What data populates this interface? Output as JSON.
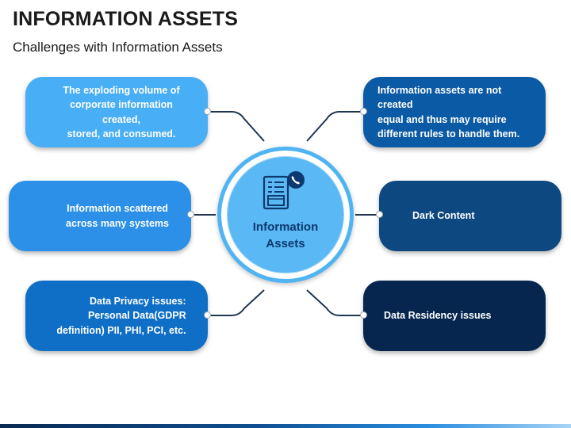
{
  "header": {
    "title": "INFORMATION ASSETS",
    "subtitle": "Challenges with Information Assets"
  },
  "hub": {
    "line1": "Information",
    "line2": "Assets",
    "icon": "document-phone-icon"
  },
  "challenges": {
    "top_left": [
      "The exploding volume of",
      "corporate information created,",
      "stored, and consumed."
    ],
    "middle_left": [
      "Information scattered",
      "across many systems"
    ],
    "bottom_left": [
      "Data Privacy issues:",
      "Personal Data(GDPR",
      "definition) PII, PHI, PCI, etc."
    ],
    "top_right": [
      "Information assets are not created",
      "equal and thus may require",
      "different rules to handle them."
    ],
    "middle_right": [
      "Dark Content"
    ],
    "bottom_right": [
      "Data Residency issues"
    ]
  },
  "colors": {
    "top_left": "#48aef5",
    "middle_left": "#2c8fe8",
    "bottom_left": "#0f6fc6",
    "top_right": "#0b5aa5",
    "middle_right": "#0d4880",
    "bottom_right": "#06264f",
    "hub": "#5ab8f5",
    "hub_ring": "#4fb4f3"
  }
}
